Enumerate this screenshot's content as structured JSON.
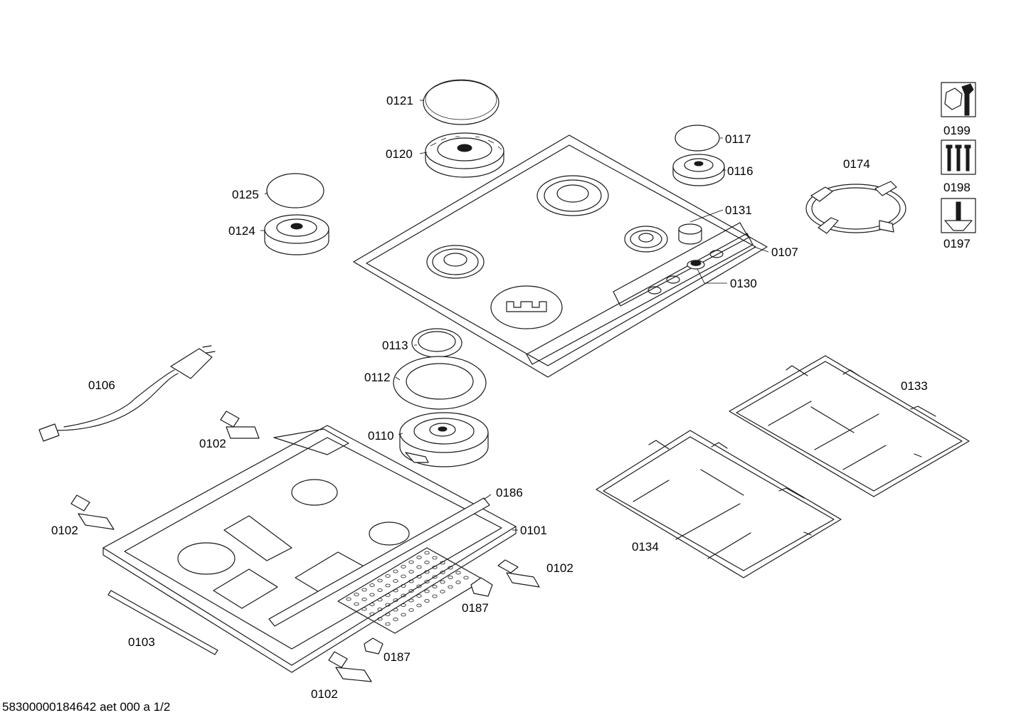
{
  "footer": {
    "doc_id": "58300000184642 aet 000 a 1/2"
  },
  "labels": {
    "p0121": "0121",
    "p0120": "0120",
    "p0125": "0125",
    "p0124": "0124",
    "p0117": "0117",
    "p0116": "0116",
    "p0131": "0131",
    "p0107": "0107",
    "p0130": "0130",
    "p0174": "0174",
    "p0199": "0199",
    "p0198": "0198",
    "p0197": "0197",
    "p0113": "0113",
    "p0112": "0112",
    "p0110": "0110",
    "p0106": "0106",
    "p0133": "0133",
    "p0134": "0134",
    "p0186": "0186",
    "p0101": "0101",
    "p0102_a": "0102",
    "p0102_b": "0102",
    "p0102_c": "0102",
    "p0102_d": "0102",
    "p0187_a": "0187",
    "p0187_b": "0187",
    "p0103": "0103"
  },
  "icons": [
    "nut-wrench-icon",
    "screws-icon",
    "screwdriver-icon"
  ]
}
